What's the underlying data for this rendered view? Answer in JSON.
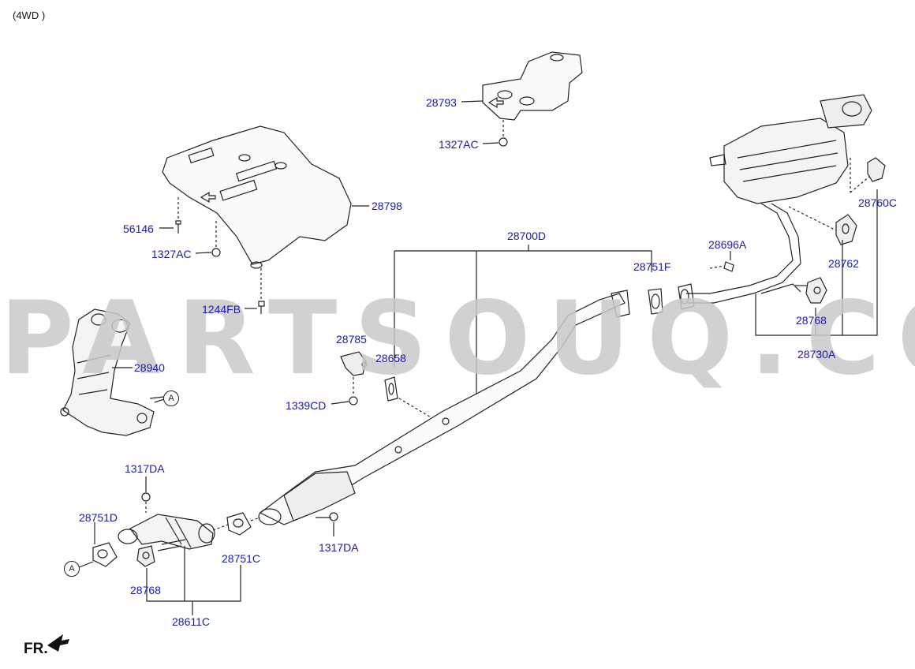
{
  "header": {
    "variant": "(4WD )"
  },
  "watermark": "PARTSOUQ.COM",
  "front_label": "FR.",
  "reference_marker": "A",
  "parts": {
    "p28793": "28793",
    "p1327AC_top": "1327AC",
    "p28798": "28798",
    "p56146": "56146",
    "p1327AC_left": "1327AC",
    "p1244FB": "1244FB",
    "p28940": "28940",
    "p28700D": "28700D",
    "p28751F": "28751F",
    "p28696A": "28696A",
    "p28760C": "28760C",
    "p28762": "28762",
    "p28768_right": "28768",
    "p28730A": "28730A",
    "p28785": "28785",
    "p28658": "28658",
    "p1339CD": "1339CD",
    "p1317DA_top": "1317DA",
    "p28751D": "28751D",
    "p28768_left": "28768",
    "p28611C": "28611C",
    "p28751C": "28751C",
    "p1317DA_mid": "1317DA"
  },
  "colors": {
    "label": "#1a1aa8",
    "line": "#222222",
    "watermark": "#c9c9c9"
  }
}
